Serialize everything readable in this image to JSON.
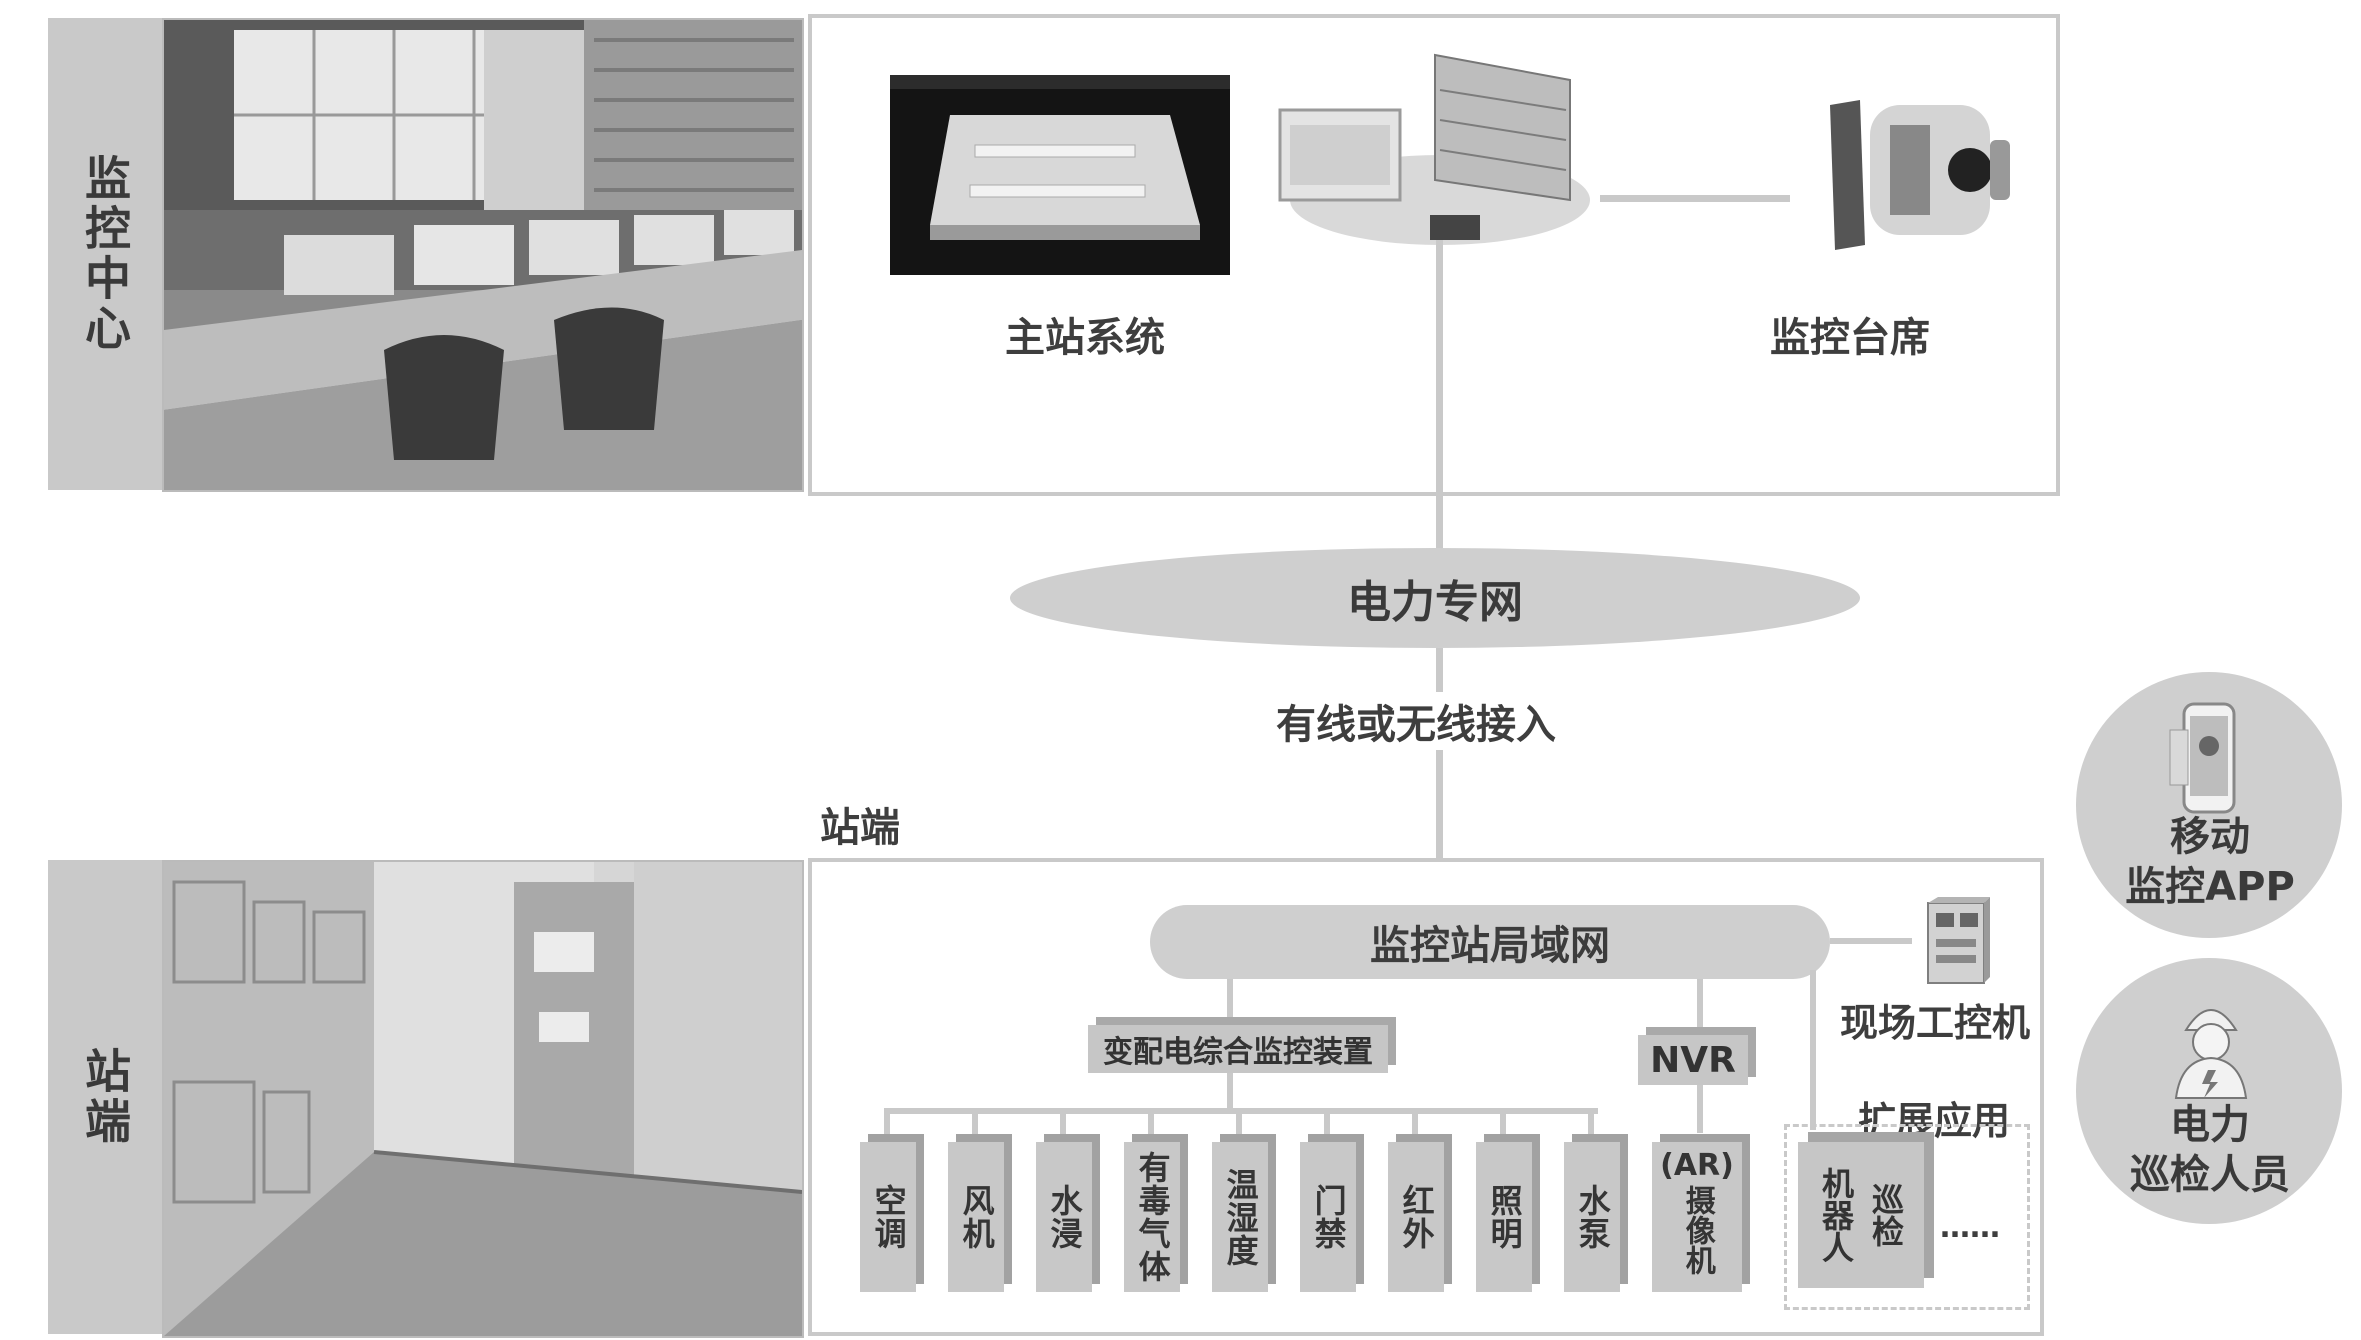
{
  "left": {
    "monitoring_center": "监控中心",
    "station": "站端"
  },
  "top_box": {
    "master_system": "主站系统",
    "monitoring_desk": "监控台席"
  },
  "network": {
    "power_private_network": "电力专网",
    "access_mode": "有线或无线接入"
  },
  "station_label": "站端",
  "station_box": {
    "lan": "监控站局域网",
    "field_pc": "现场工控机",
    "integrated_device": "变配电综合监控装置",
    "nvr": "NVR",
    "extended_app": "扩展应用",
    "subsystems": [
      "空调",
      "风机",
      "水浸",
      "有毒气体",
      "温湿度",
      "门禁",
      "红外",
      "照明",
      "水泵"
    ],
    "camera_prefix": "(AR)",
    "camera": "摄像机",
    "robot_a": "巡检",
    "robot_b": "机器人",
    "ellipsis": "……"
  },
  "right": {
    "mobile_app": "移动\n监控APP",
    "inspector": "电力\n巡检人员"
  },
  "colors": {
    "band": "#c9c9c9",
    "box_border": "#c9c9c9",
    "text": "#3a3a3a"
  }
}
